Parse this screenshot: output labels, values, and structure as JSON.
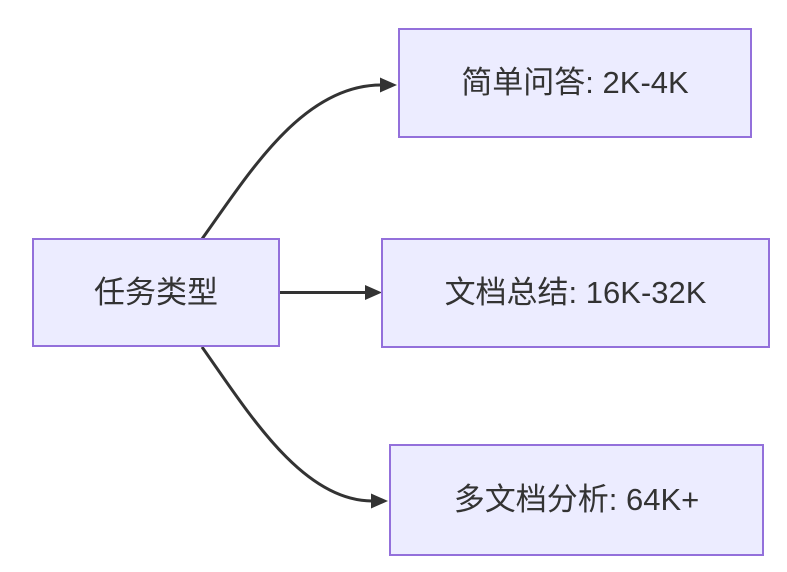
{
  "diagram": {
    "type": "flowchart-LR",
    "background": "#ffffff",
    "colors": {
      "node_fill": "#ECECFF",
      "node_border": "#9370DB",
      "edge": "#333333",
      "text": "#333333"
    },
    "root_node": {
      "id": "task-type",
      "label": "任务类型"
    },
    "leaf_nodes": [
      {
        "id": "simple-qa",
        "label": "简单问答: 2K-4K"
      },
      {
        "id": "doc-summary",
        "label": "文档总结: 16K-32K"
      },
      {
        "id": "multi-doc-analysis",
        "label": "多文档分析: 64K+"
      }
    ],
    "edges": [
      {
        "from": "task-type",
        "to": "simple-qa"
      },
      {
        "from": "task-type",
        "to": "doc-summary"
      },
      {
        "from": "task-type",
        "to": "multi-doc-analysis"
      }
    ]
  }
}
